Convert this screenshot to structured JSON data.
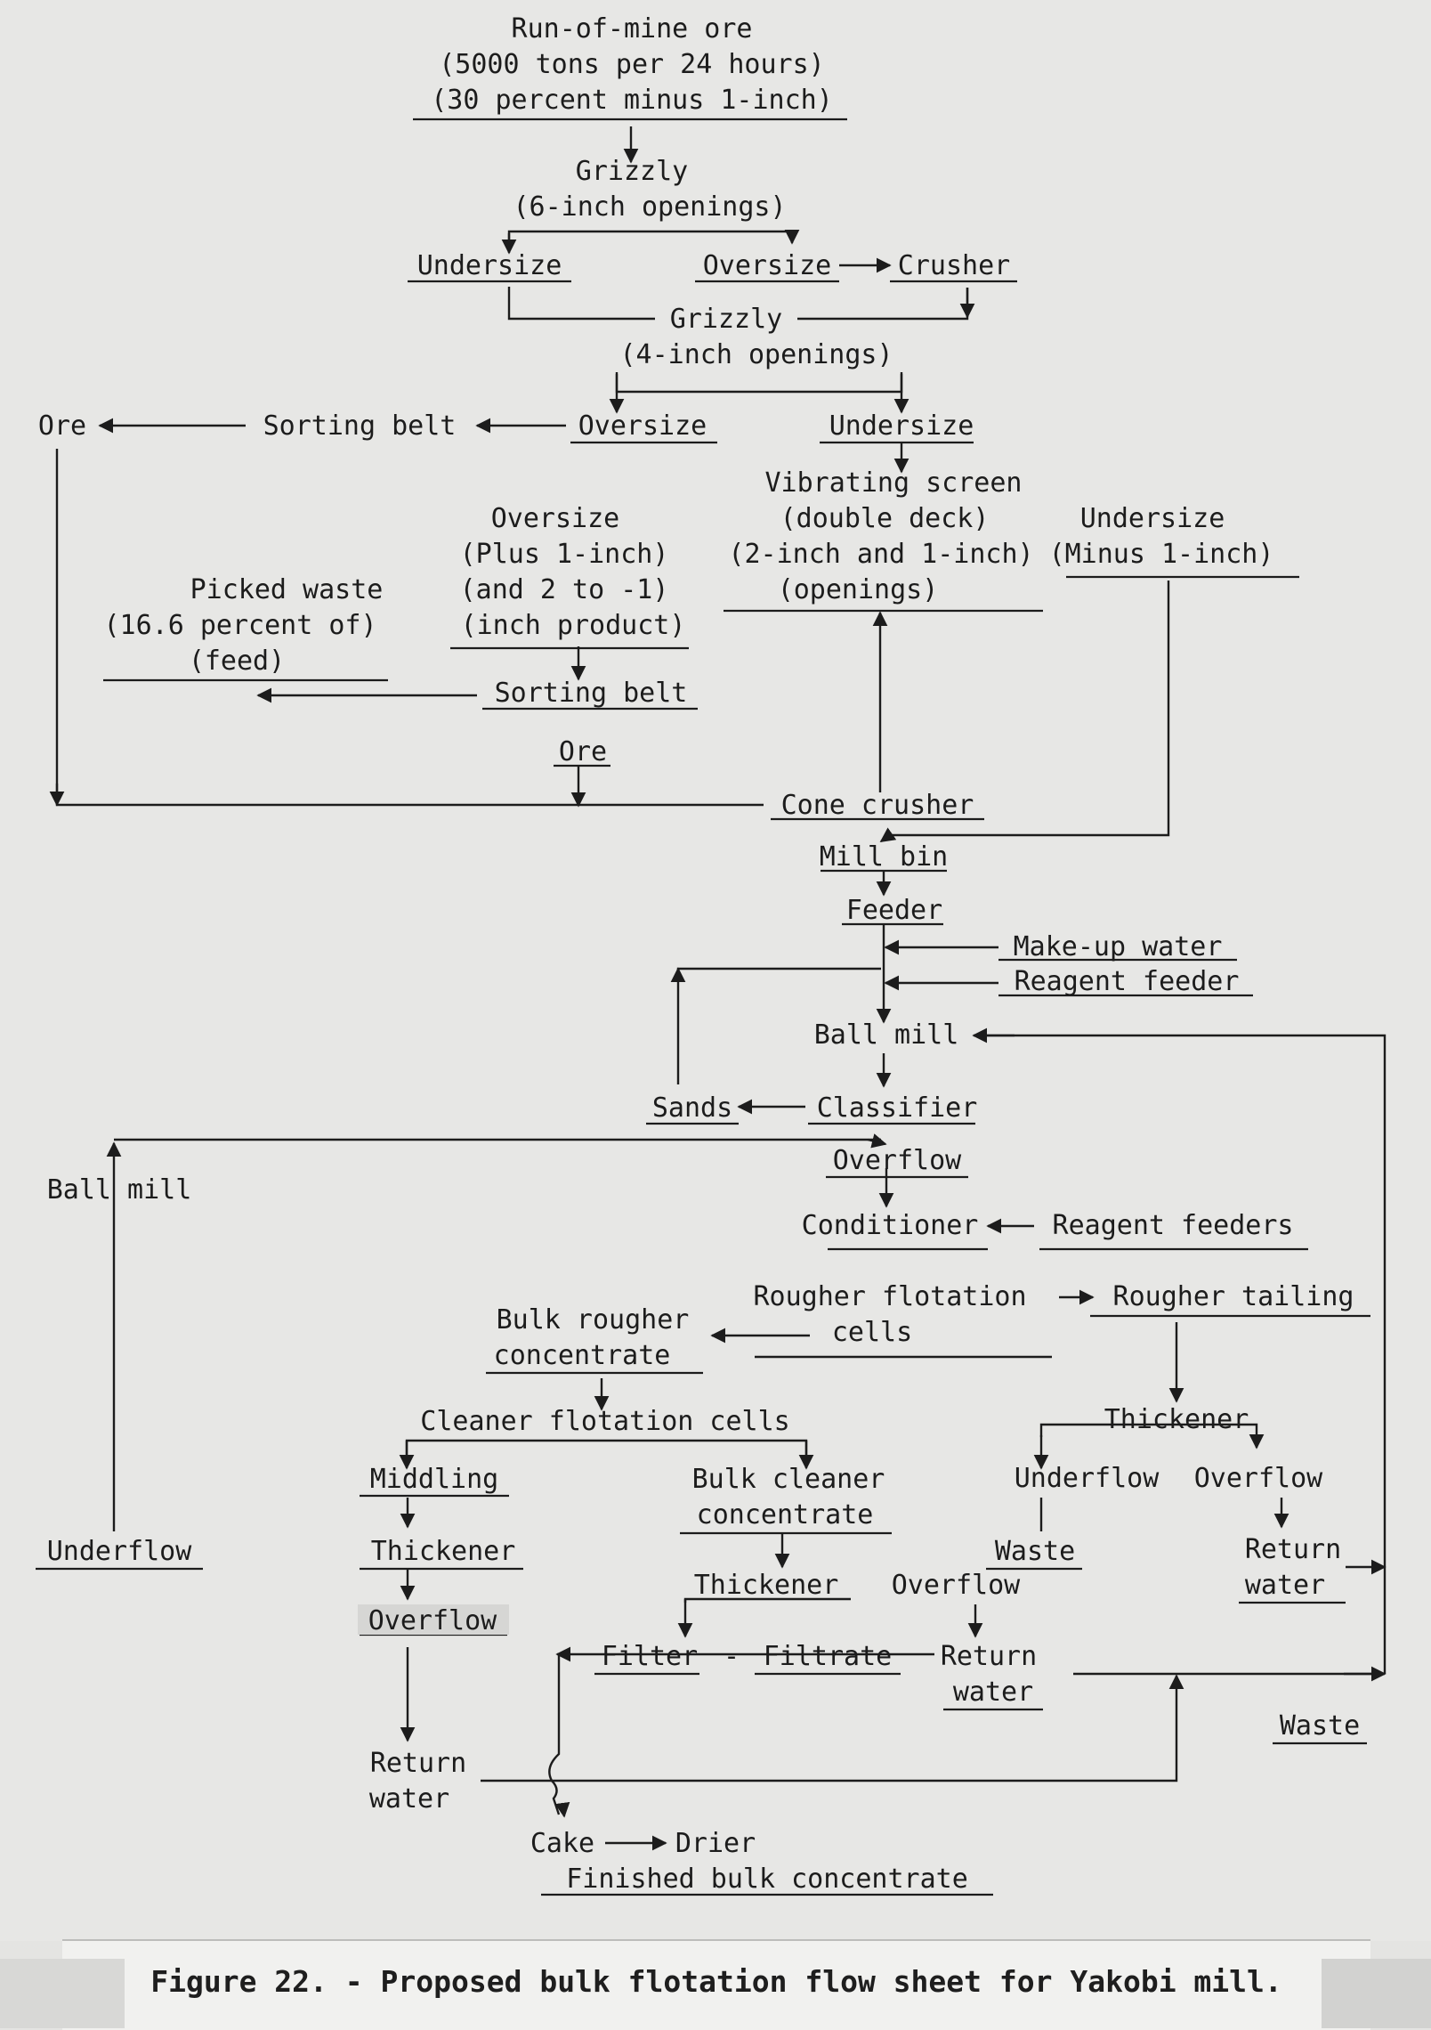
{
  "caption": "Figure 22. - Proposed bulk flotation flow sheet for Yakobi mill.",
  "nodes": {
    "rom1": "Run-of-mine ore",
    "rom2": "(5000 tons per 24 hours)",
    "rom3": "(30 percent minus 1-inch)",
    "grizzly1_a": "Grizzly",
    "grizzly1_b": "(6-inch openings)",
    "undersize1": "Undersize",
    "oversize1": "Oversize",
    "crusher": "Crusher",
    "grizzly2_a": "Grizzly",
    "grizzly2_b": "(4-inch openings)",
    "ore_left": "Ore",
    "sorting_belt1": "Sorting belt",
    "oversize2": "Oversize",
    "undersize2": "Undersize",
    "vib1": "Vibrating screen",
    "vib2": "(double deck)",
    "vib3": "(2-inch and 1-inch)",
    "vib4": "(openings)",
    "und3a": "Undersize",
    "und3b": "(Minus 1-inch)",
    "ov3a": "Oversize",
    "ov3b": "(Plus 1-inch)",
    "ov3c": "(and 2 to -1)",
    "ov3d": "(inch product)",
    "pw1": "Picked waste",
    "pw2": "(16.6 percent of)",
    "pw3": "(feed)",
    "sorting_belt2": "Sorting belt",
    "ore2": "Ore",
    "cone_crusher": "Cone crusher",
    "mill_bin": "Mill bin",
    "feeder": "Feeder",
    "makeup_water": "Make-up water",
    "reagent_feeder": "Reagent feeder",
    "ball_mill": "Ball mill",
    "sands": "Sands",
    "classifier": "Classifier",
    "overflow1": "Overflow",
    "ball_mill_left": "Ball mill",
    "conditioner": "Conditioner",
    "reagent_feeders": "Reagent feeders",
    "rougher1": "Rougher flotation",
    "rougher2": "cells",
    "rougher_tailing": "Rougher tailing",
    "bulk_rougher1": "Bulk rougher",
    "bulk_rougher2": "concentrate",
    "cleaner": "Cleaner flotation cells",
    "thickener_r": "Thickener",
    "middling": "Middling",
    "bulk_cleaner1": "Bulk cleaner",
    "bulk_cleaner2": "concentrate",
    "underflow_r": "Underflow",
    "overflow_r": "Overflow",
    "underflow_left": "Underflow",
    "thickener_m": "Thickener",
    "waste1": "Waste",
    "return_water1a": "Return",
    "return_water1b": "water",
    "thickener_c": "Thickener",
    "overflow_c": "Overflow",
    "overflow_m": "Overflow",
    "filter": "Filter",
    "dash": "-",
    "filtrate": "Filtrate",
    "return_water2a": "Return",
    "return_water2b": "water",
    "return_water3a": "Return",
    "return_water3b": "water",
    "waste2": "Waste",
    "cake": "Cake",
    "drier": "Drier",
    "finished": "Finished bulk concentrate"
  }
}
